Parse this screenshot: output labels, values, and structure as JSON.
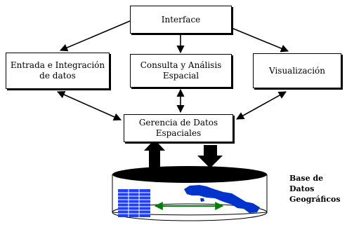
{
  "nodes": {
    "interface": "Interface",
    "entrada": "Entrada e Integración\nde datos",
    "consulta": "Consulta y Análisis\nEspacial",
    "visualizacion": "Visualización",
    "gerencia": "Gerencia de Datos\nEspaciales"
  },
  "database": {
    "label": "Base de Datos\nGeográficos",
    "table_color": "#1f3fff",
    "map_color": "#0033cc",
    "link_color": "#008000"
  }
}
